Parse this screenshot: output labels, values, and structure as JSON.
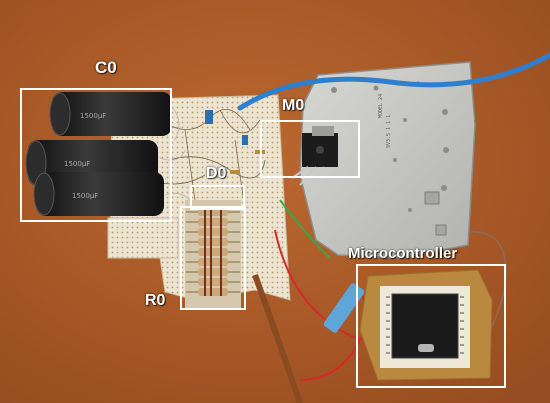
{
  "labels": {
    "c0": "C0",
    "m0": "M0",
    "d0": "D0",
    "r0": "R0",
    "microcontroller": "Microcontroller"
  },
  "colors": {
    "table": "#b4622a",
    "heatsink": "#c9c9c5",
    "perfboard": "#e9dfcc",
    "capacitor": "#1f1e1e",
    "usb_cable": "#2f7fd0",
    "brown_wire": "#8a4a22",
    "red_wire": "#d62a2a",
    "label_and_box": "#ffffff"
  }
}
